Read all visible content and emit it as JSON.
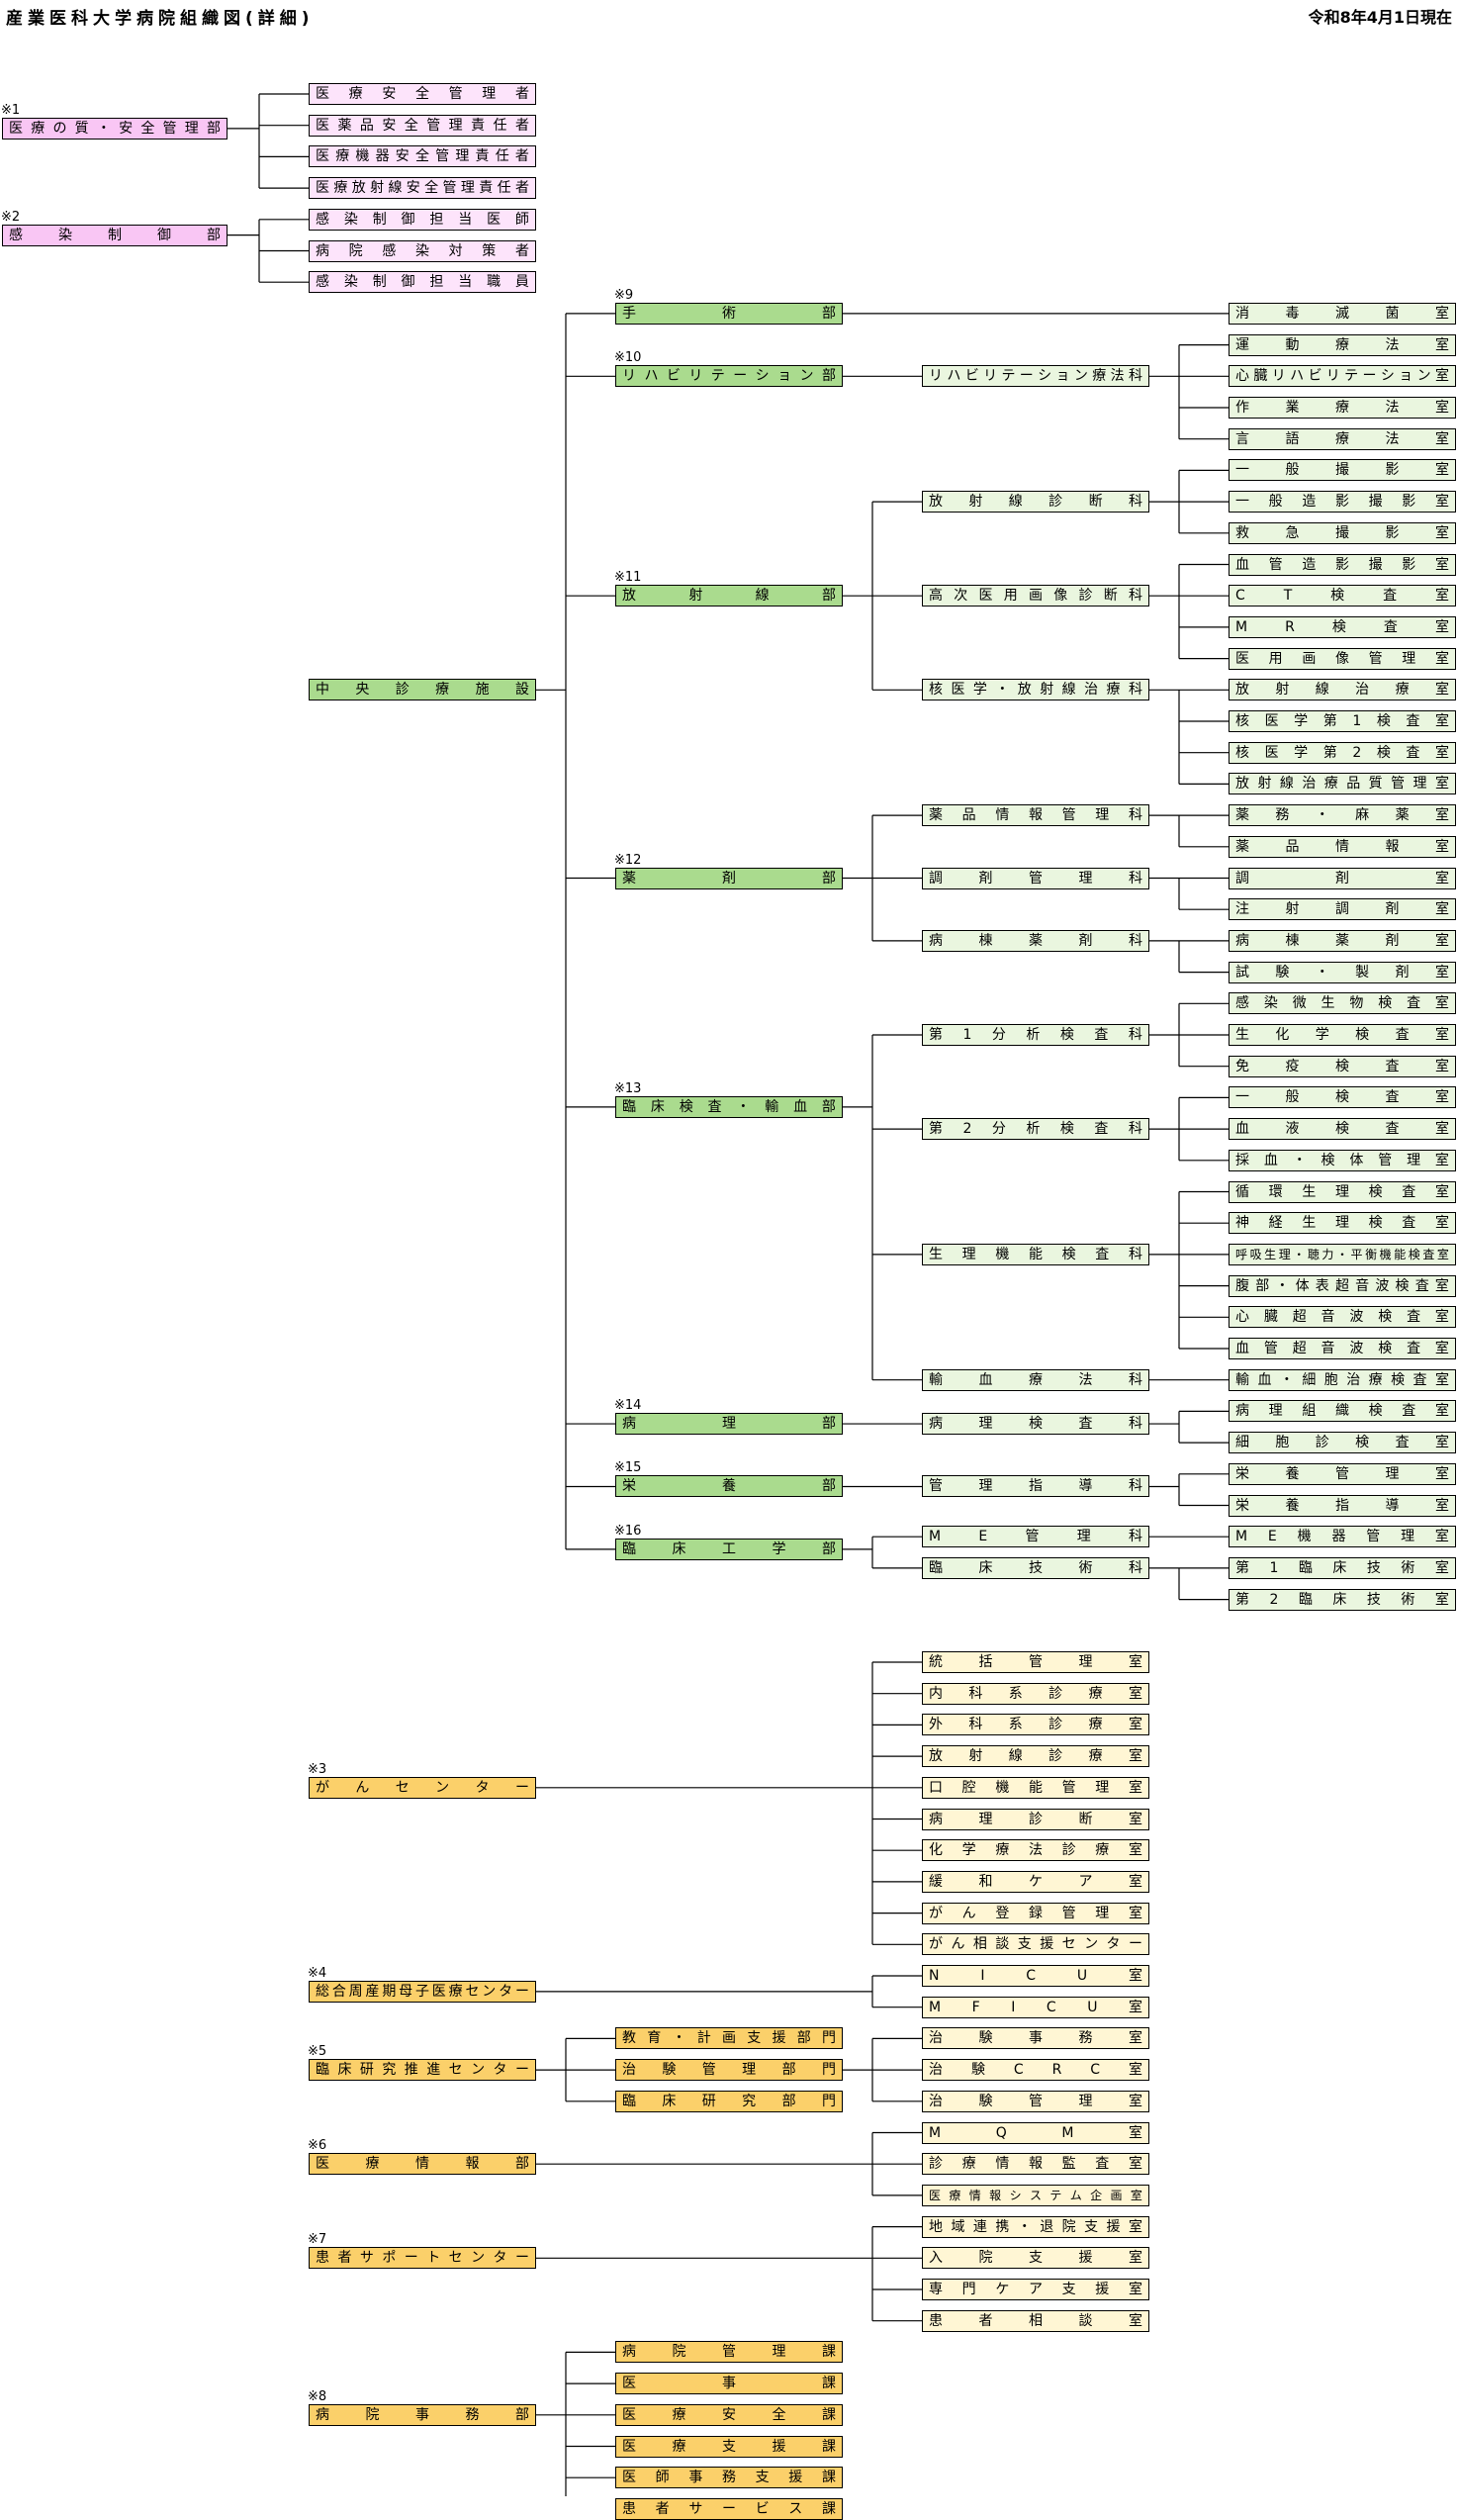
{
  "header": {
    "title": "産業医科大学病院組織図(詳細)",
    "date": "令和8年4月1日現在"
  },
  "colors": {
    "pink": "#f9c6f4",
    "light_pink": "#fde4fb",
    "green": "#aadb8e",
    "light_green": "#eaf6df",
    "orange": "#fbd06a",
    "cream": "#fff6d4",
    "line": "#000000"
  },
  "nodes": [
    {
      "id": "n1",
      "label": "医療の質・安全管理部",
      "note": "※1",
      "style": "pink",
      "parent": null
    },
    {
      "id": "n1a",
      "label": "医療安全管理者",
      "style": "lpink",
      "parent": "n1"
    },
    {
      "id": "n1b",
      "label": "医薬品安全管理責任者",
      "style": "lpink",
      "parent": "n1"
    },
    {
      "id": "n1c",
      "label": "医療機器安全管理責任者",
      "style": "lpink",
      "parent": "n1"
    },
    {
      "id": "n1d",
      "label": "医療放射線安全管理責任者",
      "style": "lpink",
      "parent": "n1"
    },
    {
      "id": "n2",
      "label": "感染制御部",
      "note": "※2",
      "style": "pink",
      "parent": null
    },
    {
      "id": "n2a",
      "label": "感染制御担当医師",
      "style": "lpink",
      "parent": "n2"
    },
    {
      "id": "n2b",
      "label": "病院感染対策者",
      "style": "lpink",
      "parent": "n2"
    },
    {
      "id": "n2c",
      "label": "感染制御担当職員",
      "style": "lpink",
      "parent": "n2"
    },
    {
      "id": "c",
      "label": "中央診療施設",
      "style": "green",
      "parent": null
    },
    {
      "id": "s9",
      "label": "手術部",
      "note": "※9",
      "style": "green",
      "parent": "c"
    },
    {
      "id": "s9r",
      "label": "消毒滅菌室",
      "style": "lgreen",
      "parent": "s9"
    },
    {
      "id": "s10",
      "label": "リハビリテーション部",
      "note": "※10",
      "style": "green",
      "parent": "c"
    },
    {
      "id": "s10d",
      "label": "リハビリテーション療法科",
      "style": "lgreen",
      "parent": "s10"
    },
    {
      "id": "s10r1",
      "label": "運動療法室",
      "style": "lgreen",
      "parent": "s10d"
    },
    {
      "id": "s10r2",
      "label": "心臓リハビリテーション室",
      "style": "lgreen",
      "parent": "s10d"
    },
    {
      "id": "s10r3",
      "label": "作業療法室",
      "style": "lgreen",
      "parent": "s10d"
    },
    {
      "id": "s10r4",
      "label": "言語療法室",
      "style": "lgreen",
      "parent": "s10d"
    },
    {
      "id": "s11",
      "label": "放射線部",
      "note": "※11",
      "style": "green",
      "parent": "c"
    },
    {
      "id": "s11d1",
      "label": "放射線診断科",
      "style": "lgreen",
      "parent": "s11"
    },
    {
      "id": "s11d1a",
      "label": "一般撮影室",
      "style": "lgreen",
      "parent": "s11d1"
    },
    {
      "id": "s11d1b",
      "label": "一般造影撮影室",
      "style": "lgreen",
      "parent": "s11d1"
    },
    {
      "id": "s11d1c",
      "label": "救急撮影室",
      "style": "lgreen",
      "parent": "s11d1"
    },
    {
      "id": "s11d2",
      "label": "高次医用画像診断科",
      "style": "lgreen",
      "parent": "s11"
    },
    {
      "id": "s11d2a",
      "label": "血管造影撮影室",
      "style": "lgreen",
      "parent": "s11d2"
    },
    {
      "id": "s11d2b",
      "label": "CT検査室",
      "style": "lgreen",
      "parent": "s11d2"
    },
    {
      "id": "s11d2c",
      "label": "MR検査室",
      "style": "lgreen",
      "parent": "s11d2"
    },
    {
      "id": "s11d2d",
      "label": "医用画像管理室",
      "style": "lgreen",
      "parent": "s11d2"
    },
    {
      "id": "s11d3",
      "label": "核医学・放射線治療科",
      "style": "lgreen",
      "parent": "s11"
    },
    {
      "id": "s11d3a",
      "label": "放射線治療室",
      "style": "lgreen",
      "parent": "s11d3"
    },
    {
      "id": "s11d3b",
      "label": "核医学第1検査室",
      "style": "lgreen",
      "parent": "s11d3"
    },
    {
      "id": "s11d3c",
      "label": "核医学第2検査室",
      "style": "lgreen",
      "parent": "s11d3"
    },
    {
      "id": "s11d3d",
      "label": "放射線治療品質管理室",
      "style": "lgreen",
      "parent": "s11d3"
    },
    {
      "id": "s12",
      "label": "薬剤部",
      "note": "※12",
      "style": "green",
      "parent": "c"
    },
    {
      "id": "s12d1",
      "label": "薬品情報管理科",
      "style": "lgreen",
      "parent": "s12"
    },
    {
      "id": "s12d1a",
      "label": "薬務・麻薬室",
      "style": "lgreen",
      "parent": "s12d1"
    },
    {
      "id": "s12d1b",
      "label": "薬品情報室",
      "style": "lgreen",
      "parent": "s12d1"
    },
    {
      "id": "s12d2",
      "label": "調剤管理科",
      "style": "lgreen",
      "parent": "s12"
    },
    {
      "id": "s12d2a",
      "label": "調剤室",
      "style": "lgreen",
      "parent": "s12d2"
    },
    {
      "id": "s12d2b",
      "label": "注射調剤室",
      "style": "lgreen",
      "parent": "s12d2"
    },
    {
      "id": "s12d3",
      "label": "病棟薬剤科",
      "style": "lgreen",
      "parent": "s12"
    },
    {
      "id": "s12d3a",
      "label": "病棟薬剤室",
      "style": "lgreen",
      "parent": "s12d3"
    },
    {
      "id": "s12d3b",
      "label": "試験・製剤室",
      "style": "lgreen",
      "parent": "s12d3"
    },
    {
      "id": "s13",
      "label": "臨床検査・輸血部",
      "note": "※13",
      "style": "green",
      "parent": "c"
    },
    {
      "id": "s13d1",
      "label": "第1分析検査科",
      "style": "lgreen",
      "parent": "s13"
    },
    {
      "id": "s13d1a",
      "label": "感染微生物検査室",
      "style": "lgreen",
      "parent": "s13d1"
    },
    {
      "id": "s13d1b",
      "label": "生化学検査室",
      "style": "lgreen",
      "parent": "s13d1"
    },
    {
      "id": "s13d1c",
      "label": "免疫検査室",
      "style": "lgreen",
      "parent": "s13d1"
    },
    {
      "id": "s13d2",
      "label": "第2分析検査科",
      "style": "lgreen",
      "parent": "s13"
    },
    {
      "id": "s13d2a",
      "label": "一般検査室",
      "style": "lgreen",
      "parent": "s13d2"
    },
    {
      "id": "s13d2b",
      "label": "血液検査室",
      "style": "lgreen",
      "parent": "s13d2"
    },
    {
      "id": "s13d2c",
      "label": "採血・検体管理室",
      "style": "lgreen",
      "parent": "s13d2"
    },
    {
      "id": "s13d3",
      "label": "生理機能検査科",
      "style": "lgreen",
      "parent": "s13"
    },
    {
      "id": "s13d3a",
      "label": "循環生理検査室",
      "style": "lgreen",
      "parent": "s13d3"
    },
    {
      "id": "s13d3b",
      "label": "神経生理検査室",
      "style": "lgreen",
      "parent": "s13d3"
    },
    {
      "id": "s13d3c",
      "label": "呼吸生理・聴力・平衡機能検査室",
      "style": "lgreen",
      "parent": "s13d3",
      "narrow": true
    },
    {
      "id": "s13d3d",
      "label": "腹部・体表超音波検査室",
      "style": "lgreen",
      "parent": "s13d3"
    },
    {
      "id": "s13d3e",
      "label": "心臓超音波検査室",
      "style": "lgreen",
      "parent": "s13d3"
    },
    {
      "id": "s13d3f",
      "label": "血管超音波検査室",
      "style": "lgreen",
      "parent": "s13d3"
    },
    {
      "id": "s13d4",
      "label": "輸血療法科",
      "style": "lgreen",
      "parent": "s13"
    },
    {
      "id": "s13d4a",
      "label": "輸血・細胞治療検査室",
      "style": "lgreen",
      "parent": "s13d4"
    },
    {
      "id": "s14",
      "label": "病理部",
      "note": "※14",
      "style": "green",
      "parent": "c"
    },
    {
      "id": "s14d",
      "label": "病理検査科",
      "style": "lgreen",
      "parent": "s14"
    },
    {
      "id": "s14a",
      "label": "病理組織検査室",
      "style": "lgreen",
      "parent": "s14d"
    },
    {
      "id": "s14b",
      "label": "細胞診検査室",
      "style": "lgreen",
      "parent": "s14d"
    },
    {
      "id": "s15",
      "label": "栄養部",
      "note": "※15",
      "style": "green",
      "parent": "c"
    },
    {
      "id": "s15d",
      "label": "管理指導科",
      "style": "lgreen",
      "parent": "s15"
    },
    {
      "id": "s15a",
      "label": "栄養管理室",
      "style": "lgreen",
      "parent": "s15d"
    },
    {
      "id": "s15b",
      "label": "栄養指導室",
      "style": "lgreen",
      "parent": "s15d"
    },
    {
      "id": "s16",
      "label": "臨床工学部",
      "note": "※16",
      "style": "green",
      "parent": "c"
    },
    {
      "id": "s16d1",
      "label": "ME管理科",
      "style": "lgreen",
      "parent": "s16"
    },
    {
      "id": "s16d1a",
      "label": "ME機器管理室",
      "style": "lgreen",
      "parent": "s16d1"
    },
    {
      "id": "s16d2",
      "label": "臨床技術科",
      "style": "lgreen",
      "parent": "s16"
    },
    {
      "id": "s16d2a",
      "label": "第1臨床技術室",
      "style": "lgreen",
      "parent": "s16d2"
    },
    {
      "id": "s16d2b",
      "label": "第2臨床技術室",
      "style": "lgreen",
      "parent": "s16d2"
    },
    {
      "id": "o3",
      "label": "がんセンター",
      "note": "※3",
      "style": "orange",
      "parent": null
    },
    {
      "id": "o3a",
      "label": "統括管理室",
      "style": "cream",
      "parent": "o3"
    },
    {
      "id": "o3b",
      "label": "内科系診療室",
      "style": "cream",
      "parent": "o3"
    },
    {
      "id": "o3c",
      "label": "外科系診療室",
      "style": "cream",
      "parent": "o3"
    },
    {
      "id": "o3d",
      "label": "放射線診療室",
      "style": "cream",
      "parent": "o3"
    },
    {
      "id": "o3e",
      "label": "口腔機能管理室",
      "style": "cream",
      "parent": "o3"
    },
    {
      "id": "o3f",
      "label": "病理診断室",
      "style": "cream",
      "parent": "o3"
    },
    {
      "id": "o3g",
      "label": "化学療法診療室",
      "style": "cream",
      "parent": "o3"
    },
    {
      "id": "o3h",
      "label": "緩和ケア室",
      "style": "cream",
      "parent": "o3"
    },
    {
      "id": "o3i",
      "label": "がん登録管理室",
      "style": "cream",
      "parent": "o3"
    },
    {
      "id": "o3j",
      "label": "がん相談支援センター",
      "style": "cream",
      "parent": "o3"
    },
    {
      "id": "o4",
      "label": "総合周産期母子医療センター",
      "note": "※4",
      "style": "orange",
      "parent": null
    },
    {
      "id": "o4a",
      "label": "NICU室",
      "style": "cream",
      "parent": "o4"
    },
    {
      "id": "o4b",
      "label": "MFICU室",
      "style": "cream",
      "parent": "o4"
    },
    {
      "id": "o5",
      "label": "臨床研究推進センター",
      "note": "※5",
      "style": "orange",
      "parent": null
    },
    {
      "id": "o5a",
      "label": "教育・計画支援部門",
      "style": "orange",
      "parent": "o5"
    },
    {
      "id": "o5b",
      "label": "治験管理部門",
      "style": "orange",
      "parent": "o5"
    },
    {
      "id": "o5b1",
      "label": "治験事務室",
      "style": "cream",
      "parent": "o5b"
    },
    {
      "id": "o5b2",
      "label": "治験CRC室",
      "style": "cream",
      "parent": "o5b"
    },
    {
      "id": "o5b3",
      "label": "治験管理室",
      "style": "cream",
      "parent": "o5b"
    },
    {
      "id": "o5c",
      "label": "臨床研究部門",
      "style": "orange",
      "parent": "o5"
    },
    {
      "id": "o6",
      "label": "医療情報部",
      "note": "※6",
      "style": "orange",
      "parent": null
    },
    {
      "id": "o6a",
      "label": "MQM室",
      "style": "cream",
      "parent": "o6"
    },
    {
      "id": "o6b",
      "label": "診療情報監査室",
      "style": "cream",
      "parent": "o6"
    },
    {
      "id": "o6c",
      "label": "医療情報システム企画室",
      "style": "cream",
      "parent": "o6",
      "narrow": true
    },
    {
      "id": "o7",
      "label": "患者サポートセンター",
      "note": "※7",
      "style": "orange",
      "parent": null
    },
    {
      "id": "o7a",
      "label": "地域連携・退院支援室",
      "style": "cream",
      "parent": "o7"
    },
    {
      "id": "o7b",
      "label": "入院支援室",
      "style": "cream",
      "parent": "o7"
    },
    {
      "id": "o7c",
      "label": "専門ケア支援室",
      "style": "cream",
      "parent": "o7"
    },
    {
      "id": "o7d",
      "label": "患者相談室",
      "style": "cream",
      "parent": "o7"
    },
    {
      "id": "o8",
      "label": "病院事務部",
      "note": "※8",
      "style": "orange",
      "parent": null
    },
    {
      "id": "o8a",
      "label": "病院管理課",
      "style": "orange",
      "parent": "o8"
    },
    {
      "id": "o8b",
      "label": "医事課",
      "style": "orange",
      "parent": "o8"
    },
    {
      "id": "o8c",
      "label": "医療安全課",
      "style": "orange",
      "parent": "o8"
    },
    {
      "id": "o8d",
      "label": "医療支援課",
      "style": "orange",
      "parent": "o8"
    },
    {
      "id": "o8e",
      "label": "医師事務支援課",
      "style": "orange",
      "parent": "o8"
    },
    {
      "id": "o8f",
      "label": "患者サービス課",
      "style": "orange",
      "parent": "o8"
    }
  ]
}
